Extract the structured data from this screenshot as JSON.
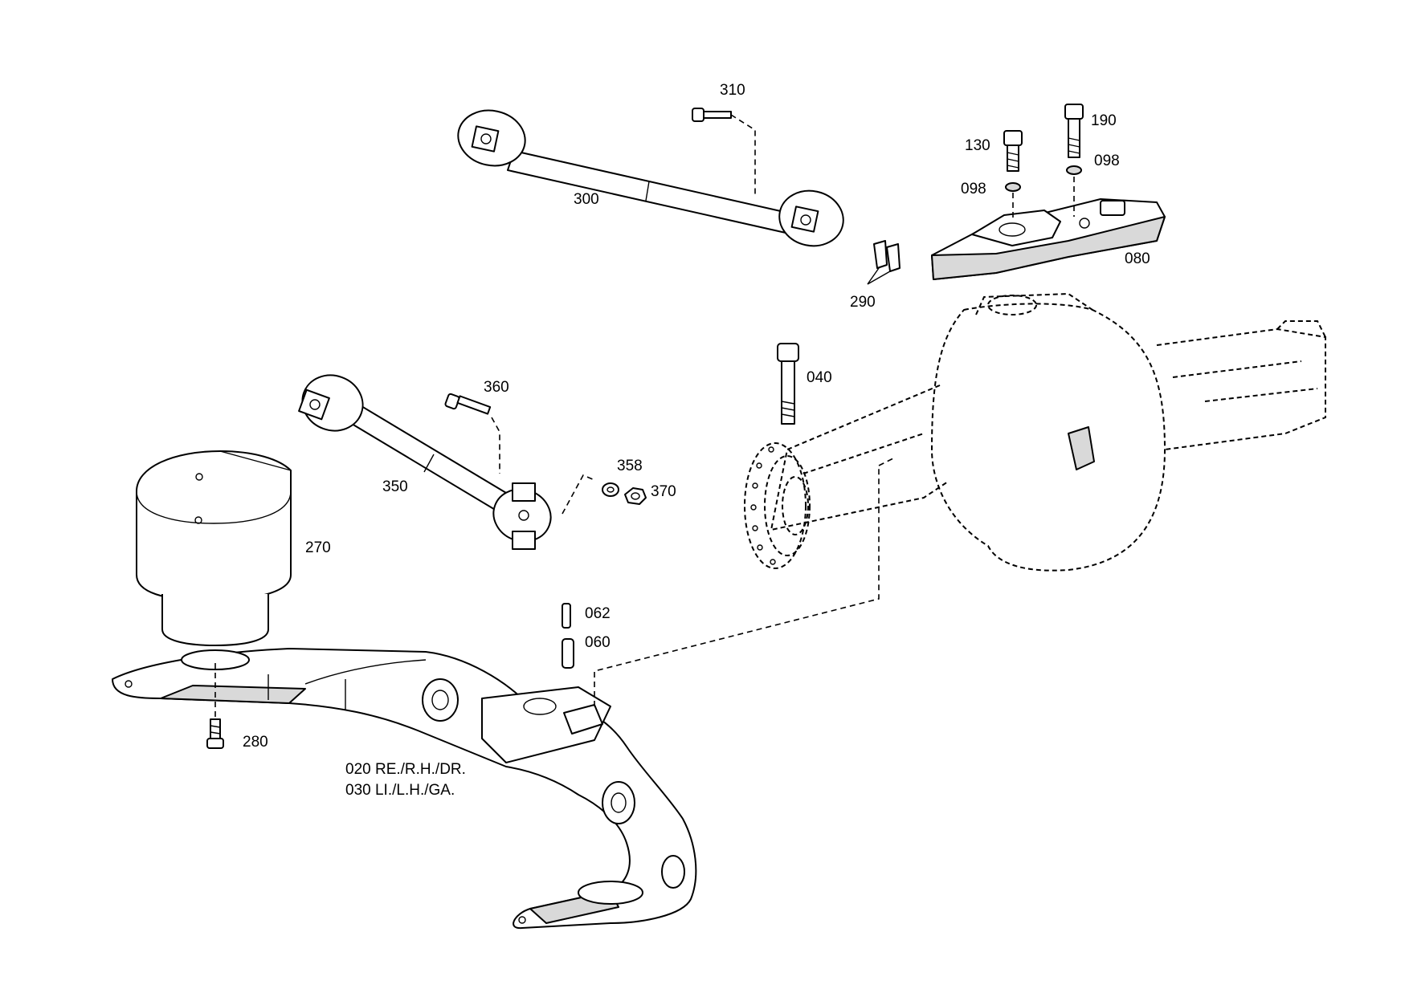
{
  "labels": {
    "p310": "310",
    "p300": "300",
    "p130": "130",
    "p190": "190",
    "p098a": "098",
    "p098b": "098",
    "p080": "080",
    "p290": "290",
    "p040": "040",
    "p360": "360",
    "p358": "358",
    "p370": "370",
    "p350": "350",
    "p270": "270",
    "p062": "062",
    "p060": "060",
    "p280": "280",
    "side_rh": "020 RE./R.H./DR.",
    "side_lh": "030 LI./L.H./GA."
  }
}
